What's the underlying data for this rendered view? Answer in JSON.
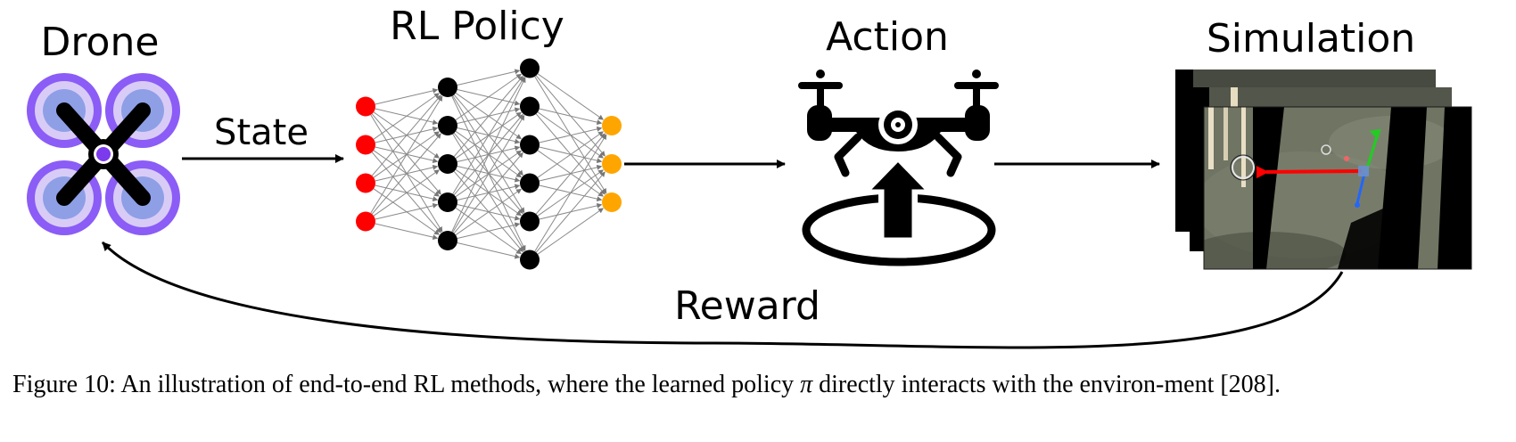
{
  "labels": {
    "drone": "Drone",
    "policy": "RL Policy",
    "action": "Action",
    "simulation": "Simulation",
    "state": "State",
    "reward": "Reward"
  },
  "caption": {
    "figure_label": "Figure 10:",
    "text_before_symbol": "An illustration of end-to-end RL methods, where the learned policy",
    "symbol": "π",
    "text_after_symbol": "directly interacts with the environ-ment [208]."
  },
  "network": {
    "layer_sizes": [
      4,
      5,
      6,
      3
    ],
    "layer_colors": [
      "#ff0000",
      "#000000",
      "#000000",
      "#ffa500"
    ]
  },
  "colors": {
    "drone_outer": "#8b5cf6",
    "drone_ring_light": "#d8ccf7",
    "drone_inner": "#8e9fe6",
    "drone_core": "#7c3aed",
    "arrow": "#000000",
    "sim_red_arrow": "#ff0000",
    "sim_green_arrow": "#22cc22",
    "sim_blue_arrow": "#2266ff"
  }
}
